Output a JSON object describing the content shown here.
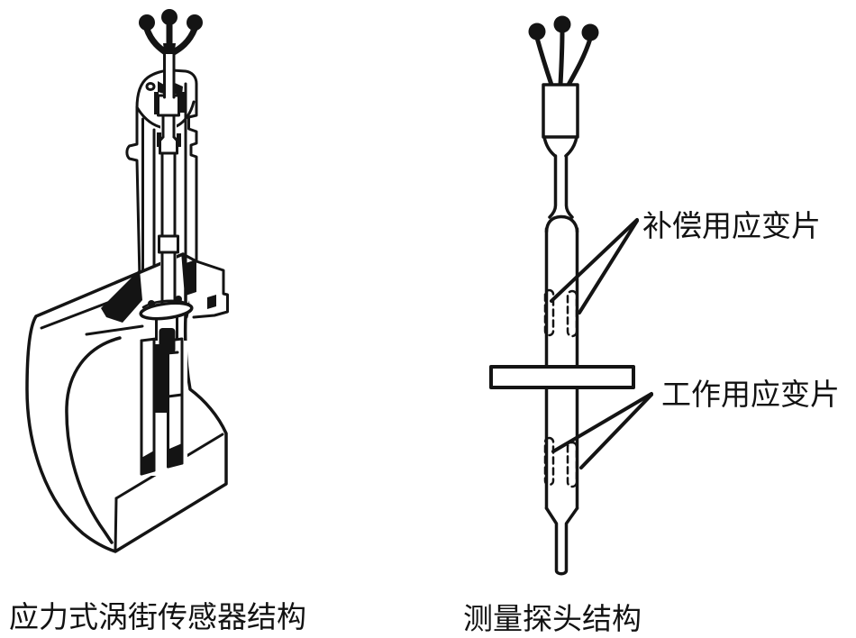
{
  "figure_left": {
    "caption": "应力式涡街传感器结构"
  },
  "figure_right": {
    "caption": "测量探头结构",
    "labels": {
      "compensation": "补偿用应变片",
      "working": "工作用应变片"
    }
  },
  "colors": {
    "ink": "#141414",
    "background": "#ffffff"
  }
}
